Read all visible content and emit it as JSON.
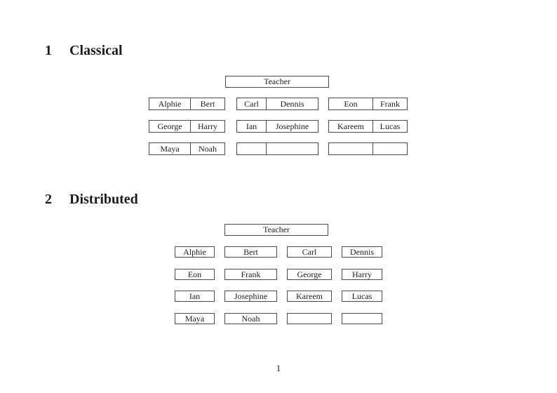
{
  "page": {
    "background": "#ffffff",
    "text_color": "#1c1c1c",
    "border_color": "#4a4a4a",
    "page_number": "1"
  },
  "classical": {
    "number": "1",
    "title": "Classical",
    "teacher_label": "Teacher",
    "rows": [
      {
        "left": [
          "Alphie",
          "Bert"
        ],
        "mid": [
          "Carl",
          "Dennis"
        ],
        "right": [
          "Eon",
          "Frank"
        ]
      },
      {
        "left": [
          "George",
          "Harry"
        ],
        "mid": [
          "Ian",
          "Josephine"
        ],
        "right": [
          "Kareem",
          "Lucas"
        ]
      },
      {
        "left": [
          "Maya",
          "Noah"
        ],
        "mid": [
          "",
          ""
        ],
        "right": [
          "",
          ""
        ]
      }
    ]
  },
  "distributed": {
    "number": "2",
    "title": "Distributed",
    "teacher_label": "Teacher",
    "rows": [
      [
        "Alphie",
        "Bert",
        "Carl",
        "Dennis"
      ],
      [
        "Eon",
        "Frank",
        "George",
        "Harry"
      ],
      [
        "Ian",
        "Josephine",
        "Kareem",
        "Lucas"
      ],
      [
        "Maya",
        "Noah",
        "",
        ""
      ]
    ]
  }
}
